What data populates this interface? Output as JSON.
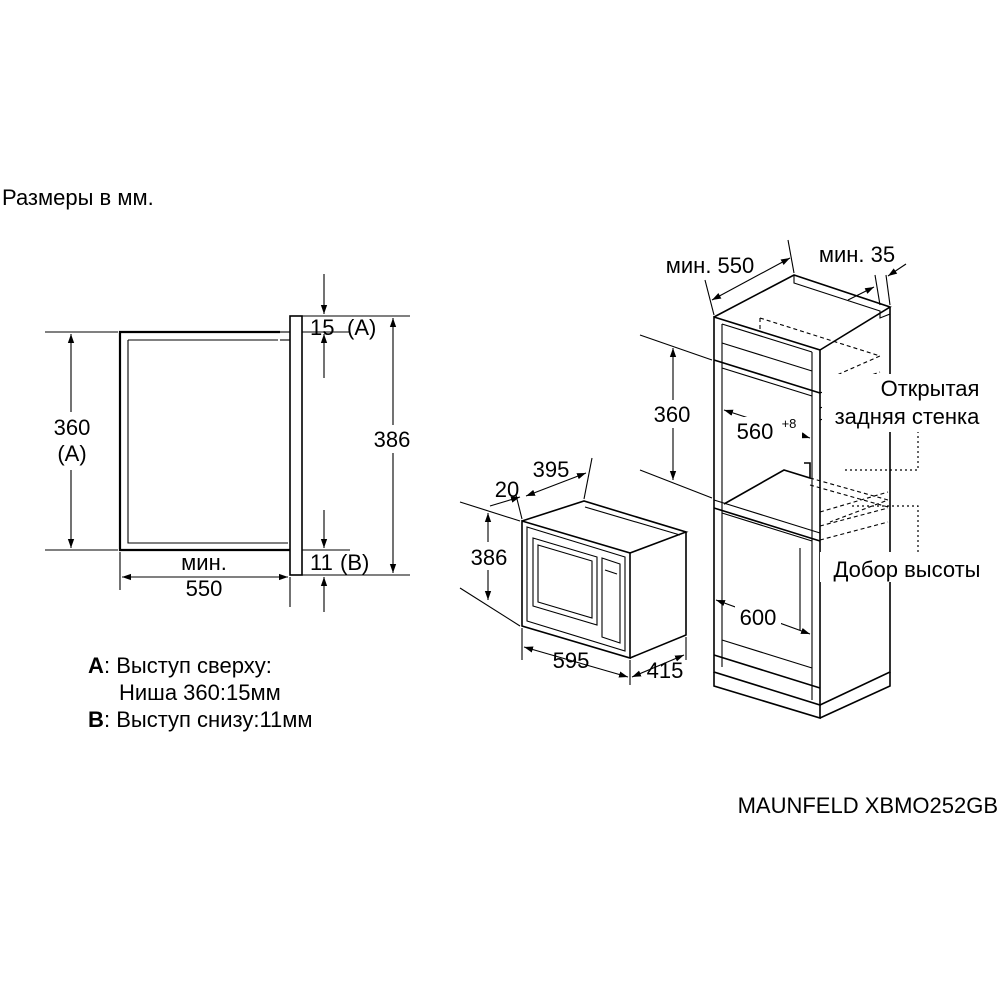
{
  "header": {
    "units_note": "Размеры в мм."
  },
  "side_view": {
    "height_label": "360",
    "height_tag": "(A)",
    "overall_height": "386",
    "top_gap": "15",
    "top_gap_tag": "(A)",
    "bottom_gap": "11",
    "bottom_gap_tag": "(B)",
    "depth_prefix": "мин.",
    "depth_value": "550"
  },
  "microwave": {
    "height": "386",
    "depth": "395",
    "frame": "20",
    "width": "595",
    "side_depth": "415"
  },
  "cabinet": {
    "depth_label": "мин. 550",
    "gap_label": "мин. 35",
    "niche_height": "360",
    "niche_width": "560",
    "niche_width_tol": "+8",
    "lower_depth": "600",
    "open_back_line1": "Открытая",
    "open_back_line2": "задняя стенка",
    "height_filler": "Добор высоты"
  },
  "legend": {
    "a_key": "A",
    "a_line1": ": Выступ сверху:",
    "a_line2": "Ниша 360:15мм",
    "b_key": "B",
    "b_line1": ": Выступ снизу:11мм"
  },
  "model": "MAUNFELD XBMO252GB"
}
